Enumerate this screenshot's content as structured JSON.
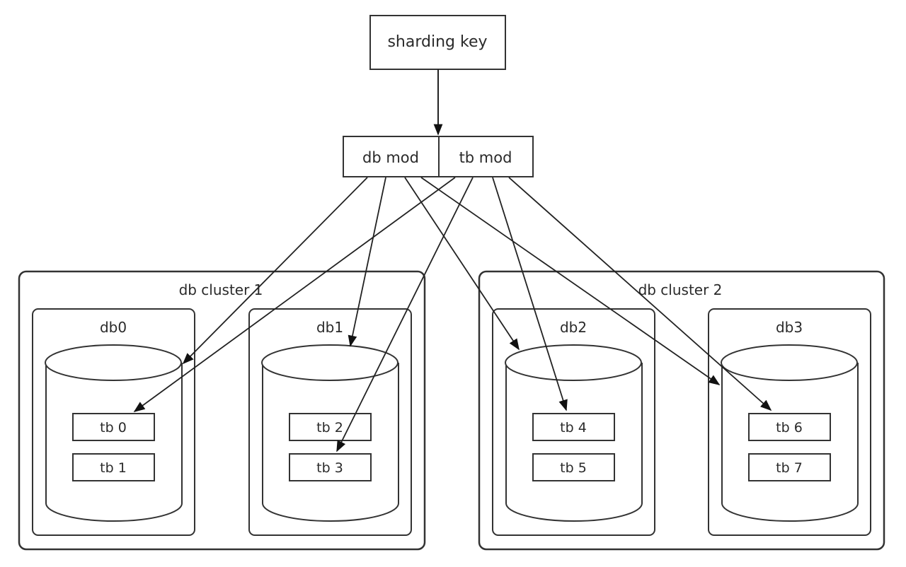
{
  "title": "Database sharding diagram",
  "sharding_key": {
    "label": "sharding key"
  },
  "mod_box": {
    "db_mod": "db mod",
    "tb_mod": "tb mod"
  },
  "clusters": [
    {
      "label": "db cluster 1",
      "dbs": [
        {
          "label": "db0",
          "tables": [
            "tb 0",
            "tb 1"
          ]
        },
        {
          "label": "db1",
          "tables": [
            "tb 2",
            "tb 3"
          ]
        }
      ]
    },
    {
      "label": "db cluster 2",
      "dbs": [
        {
          "label": "db2",
          "tables": [
            "tb 4",
            "tb 5"
          ]
        },
        {
          "label": "db3",
          "tables": [
            "tb 6",
            "tb 7"
          ]
        }
      ]
    }
  ],
  "edges": [
    {
      "from": "sharding key",
      "to": "db mod / tb mod"
    },
    {
      "from": "db mod",
      "to": "db0"
    },
    {
      "from": "db mod",
      "to": "db1"
    },
    {
      "from": "db mod",
      "to": "db2"
    },
    {
      "from": "db mod",
      "to": "db3"
    },
    {
      "from": "tb mod",
      "to": "tb 0"
    },
    {
      "from": "tb mod",
      "to": "tb 3"
    },
    {
      "from": "tb mod",
      "to": "tb 4"
    },
    {
      "from": "tb mod",
      "to": "tb 6"
    }
  ],
  "colors": {
    "stroke": "#333333",
    "text": "#2a2a2a",
    "background": "#ffffff"
  }
}
